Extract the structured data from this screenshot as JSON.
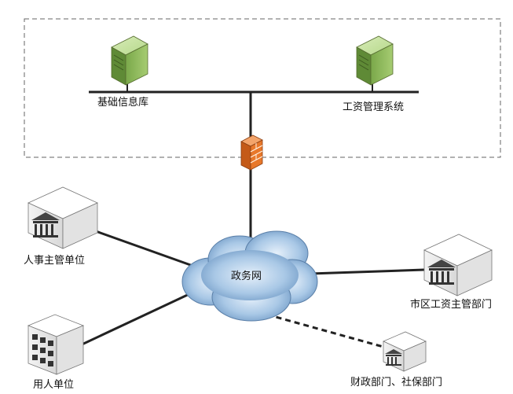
{
  "servers": {
    "basic_db_label": "基础信息库",
    "salary_system_label": "工资管理系统"
  },
  "network": {
    "cloud_label": "政务网"
  },
  "nodes": {
    "hr_unit_label": "人事主管单位",
    "city_salary_label": "市区工资主管部门",
    "finance_social_label": "财政部门、社保部门",
    "employer_label": "用人单位"
  },
  "colors": {
    "server_green": "#8fb85a",
    "firewall_orange": "#e8782a",
    "cloud_blue": "#9cc0e0",
    "dashed_border": "#666666",
    "link": "#222222"
  }
}
